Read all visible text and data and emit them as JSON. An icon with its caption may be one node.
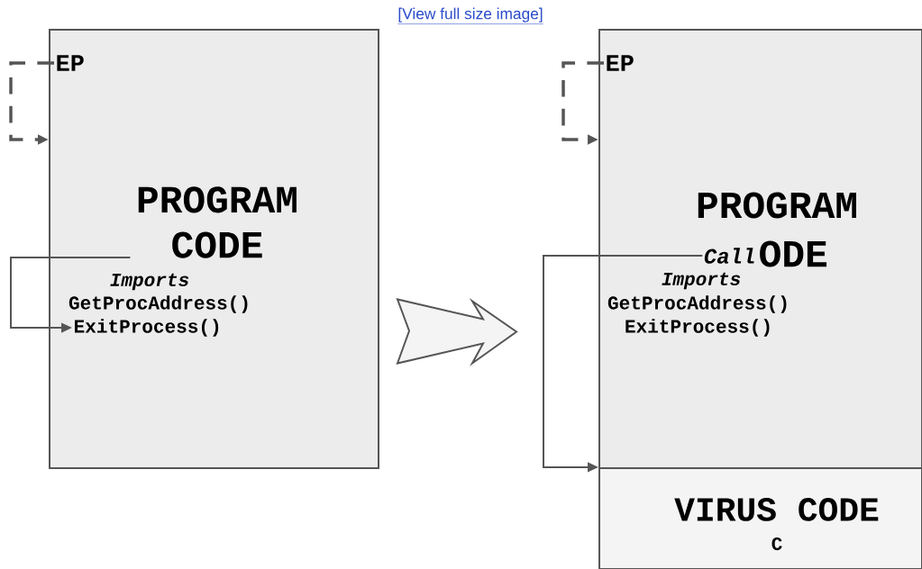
{
  "diagram": {
    "nodes": [
      {
        "text": [
          "Imports",
          "GetProcAddress()"
        ]
      },
      {
        "text": [
          "PROGRAM CODE"
        ],
        "in": 0
      },
      {
        "text": [
          "EP"
        ],
        "in": 0
      },
      {
        "text": [
          "ExitProcess()"
        ],
        "in": 0
      },
      {
        "text": [
          "PROGRAM",
          "ODE",
          "Imports",
          "GetProcAddress()",
          "ExitProcess()"
        ]
      },
      {
        "text": [
          "EP"
        ],
        "in": 4
      },
      {
        "text": [
          "Call"
        ],
        "in": 4
      },
      {
        "text": [
          "VIRUS CODE",
          "C"
        ]
      }
    ],
    "edges": [
      {
        "from": 2,
        "to": 0,
        "arrow": "to",
        "style": "dashed"
      },
      {
        "from": 1,
        "to": 3,
        "arrow": "to"
      },
      {
        "from": 0,
        "to": 4,
        "arrow": "to",
        "style": "thick"
      },
      {
        "from": 5,
        "to": 4,
        "arrow": "to",
        "style": "dashed"
      },
      {
        "from": 6,
        "to": 7,
        "arrow": "to"
      }
    ],
    "labels": [
      "[View full size image]"
    ]
  }
}
